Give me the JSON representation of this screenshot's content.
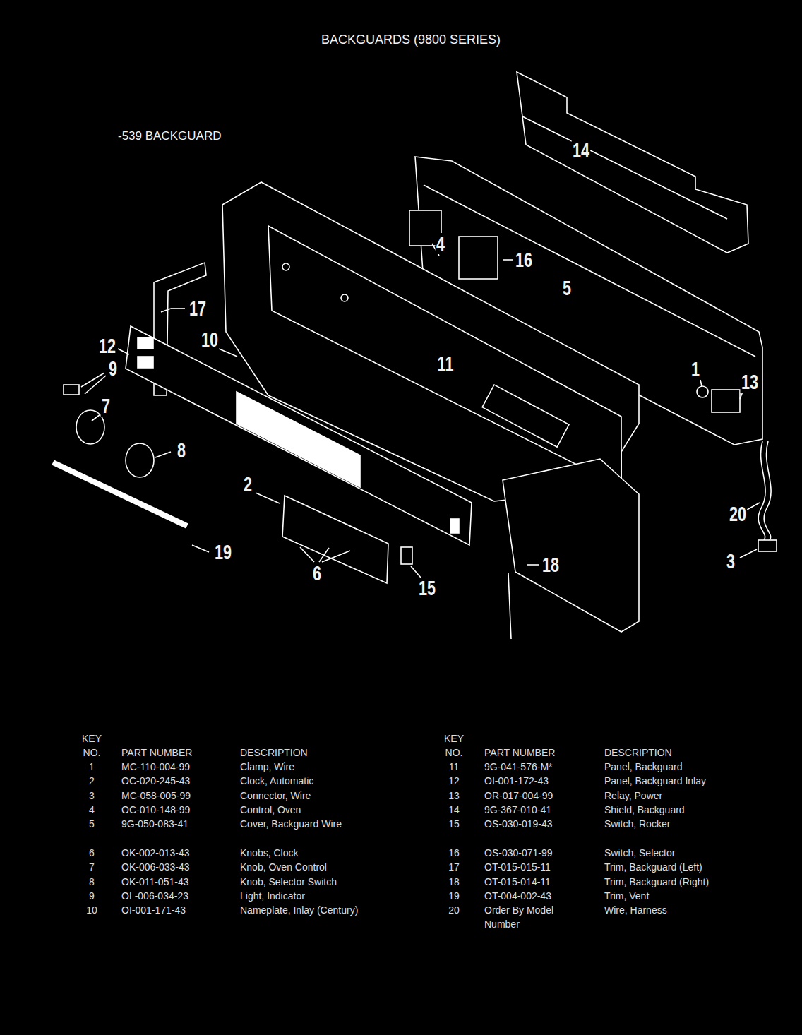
{
  "diagram": {
    "title": "BACKGUARDS (9800 SERIES)",
    "labels": [
      "-539 BACKGUARD",
      "14",
      "4",
      "16",
      "5",
      "17",
      "12",
      "10",
      "11",
      "1",
      "13",
      "9",
      "7",
      "8",
      "2",
      "20",
      "19",
      "6",
      "15",
      "18",
      "3",
      "KEY NO.",
      "PART NUMBER",
      "DESCRIPTION",
      "KEY NO.",
      "PART NUMBER",
      "DESCRIPTION",
      "1",
      "MC-110-004-99",
      "Clamp, Wire",
      "11",
      "9G-041-576-M*",
      "Panel, Backguard",
      "2",
      "OC-020-245-43",
      "Clock, Automatic",
      "12",
      "OI-001-172-43",
      "Panel, Backguard Inlay",
      "3",
      "MC-058-005-99",
      "Connector, Wire",
      "13",
      "OR-017-004-99",
      "Relay, Power",
      "4",
      "OC-010-148-99",
      "Control, Oven",
      "14",
      "9G-367-010-41",
      "Shield, Backguard",
      "5",
      "9G-050-083-41",
      "Cover, Backguard Wire",
      "15",
      "OS-030-019-43",
      "Switch, Rocker",
      "6",
      "OK-002-013-43",
      "Knobs, Clock",
      "16",
      "OS-030-071-99",
      "Switch, Selector",
      "7",
      "OK-006-033-43",
      "Knob, Oven Control",
      "17",
      "OT-015-015-11",
      "Trim, Backguard (Left)",
      "8",
      "OK-011-051-43",
      "Knob, Selector Switch",
      "18",
      "OT-015-014-11",
      "Trim, Backguard (Right)",
      "9",
      "OL-006-034-23",
      "Light, Indicator",
      "19",
      "OT-004-002-43",
      "Trim, Vent",
      "10",
      "OI-001-171-43",
      "Nameplate, Inlay (Century)",
      "20",
      "Order By Model Number",
      "Wire, Harness"
    ]
  }
}
